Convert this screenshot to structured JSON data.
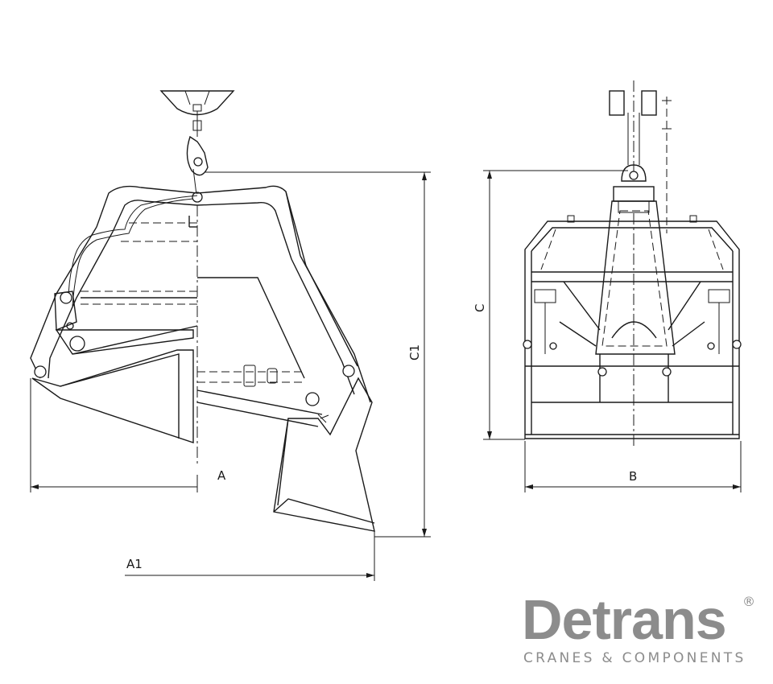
{
  "dimensions": {
    "A": "A",
    "A1": "A1",
    "C1": "C1",
    "B": "B",
    "C": "C"
  },
  "logo": {
    "word": "Detrans",
    "registered": "®",
    "tagline": "CRANES & COMPONENTS",
    "color": "#8c8c8c"
  },
  "line_color": "#1a1a1a"
}
